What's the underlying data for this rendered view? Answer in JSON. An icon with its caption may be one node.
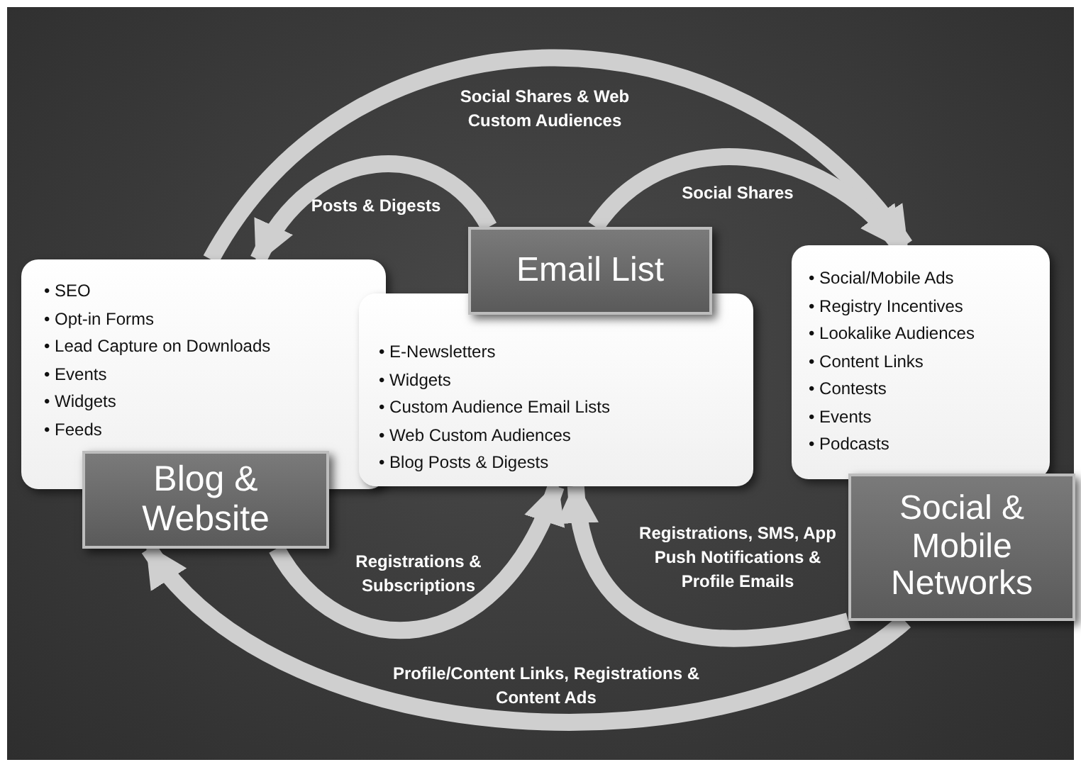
{
  "diagram": {
    "nodes": [
      {
        "text": [
          "• SEO",
          "• Opt-in Forms",
          "• Lead Capture on Downloads",
          "• Events",
          "• Widgets",
          "• Feeds",
          "Blog & Website"
        ]
      },
      {
        "text": [
          "Email List",
          "• E-Newsletters",
          "• Widgets",
          "• Custom Audience Email Lists",
          "• Web Custom Audiences",
          "• Blog Posts & Digests"
        ]
      },
      {
        "text": [
          "• Social/Mobile Ads",
          "• Registry Incentives",
          "• Lookalike Audiences",
          "• Content Links",
          "• Contests",
          "• Events",
          "• Podcasts",
          "Social & Mobile Networks"
        ]
      }
    ],
    "edges": [
      {
        "from": 0,
        "to": 2,
        "arrow": "to",
        "label": "Social Shares & Web Custom Audiences"
      },
      {
        "from": 1,
        "to": 0,
        "arrow": "to",
        "label": "Posts & Digests"
      },
      {
        "from": 1,
        "to": 2,
        "arrow": "to",
        "label": "Social Shares"
      },
      {
        "from": 0,
        "to": 1,
        "arrow": "to",
        "label": "Registrations & Subscriptions"
      },
      {
        "from": 2,
        "to": 1,
        "arrow": "to",
        "label": "Registrations, SMS, App Push Notifications & Profile Emails"
      },
      {
        "from": 2,
        "to": 0,
        "arrow": "to",
        "label": "Profile/Content Links, Registrations & Content Ads"
      }
    ]
  }
}
